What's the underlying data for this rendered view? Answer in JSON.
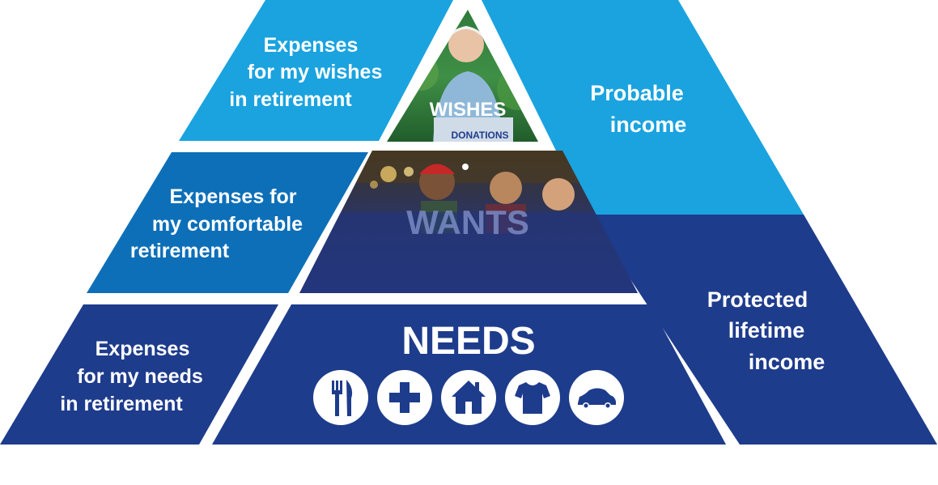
{
  "tiers": {
    "wishes": {
      "label": "WISHES",
      "sign": "DONATIONS"
    },
    "wants": {
      "label": "WANTS"
    },
    "needs": {
      "label": "NEEDS"
    }
  },
  "left_labels": {
    "wishes": [
      "Expenses",
      "for my wishes",
      "in retirement"
    ],
    "wants": [
      "Expenses for",
      "my comfortable",
      "retirement"
    ],
    "needs": [
      "Expenses",
      "for my needs",
      "in retirement"
    ]
  },
  "right_labels": {
    "probable": [
      "Probable",
      "income"
    ],
    "protected": [
      "Protected",
      "lifetime",
      "income"
    ]
  },
  "need_icons": [
    "fork-knife-icon",
    "medical-cross-icon",
    "house-icon",
    "shirt-icon",
    "car-icon"
  ],
  "colors": {
    "light_blue": "#1aa3df",
    "mid_blue": "#0d6fb8",
    "dark_blue": "#1e3c8c"
  }
}
